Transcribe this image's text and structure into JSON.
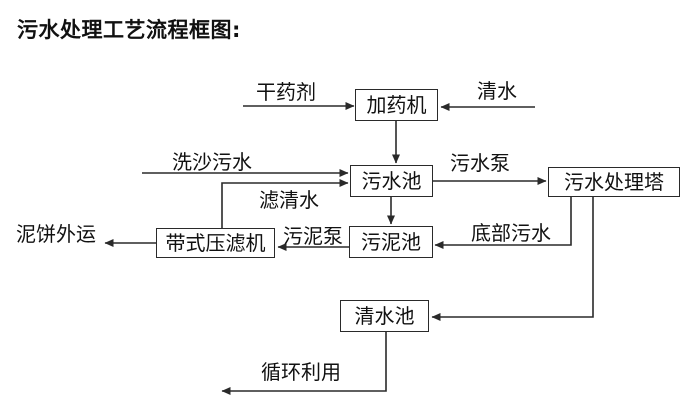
{
  "title": "污水处理工艺流程框图:",
  "nodes": {
    "dosing_machine": "加药机",
    "sewage_pool": "污水池",
    "treatment_tower": "污水处理塔",
    "sludge_pool": "污泥池",
    "belt_filter_press": "带式压滤机",
    "clear_water_pool": "清水池"
  },
  "labels": {
    "dry_agent": "干药剂",
    "clear_water": "清水",
    "sand_washing_sewage": "洗沙污水",
    "sewage_pump": "污水泵",
    "filtered_water": "滤清水",
    "bottom_sewage": "底部污水",
    "sludge_pump": "污泥泵",
    "mud_cake_out": "泥饼外运",
    "recycling": "循环利用"
  },
  "colors": {
    "line": "#2a2a2a",
    "text": "#111111",
    "background": "#ffffff"
  }
}
